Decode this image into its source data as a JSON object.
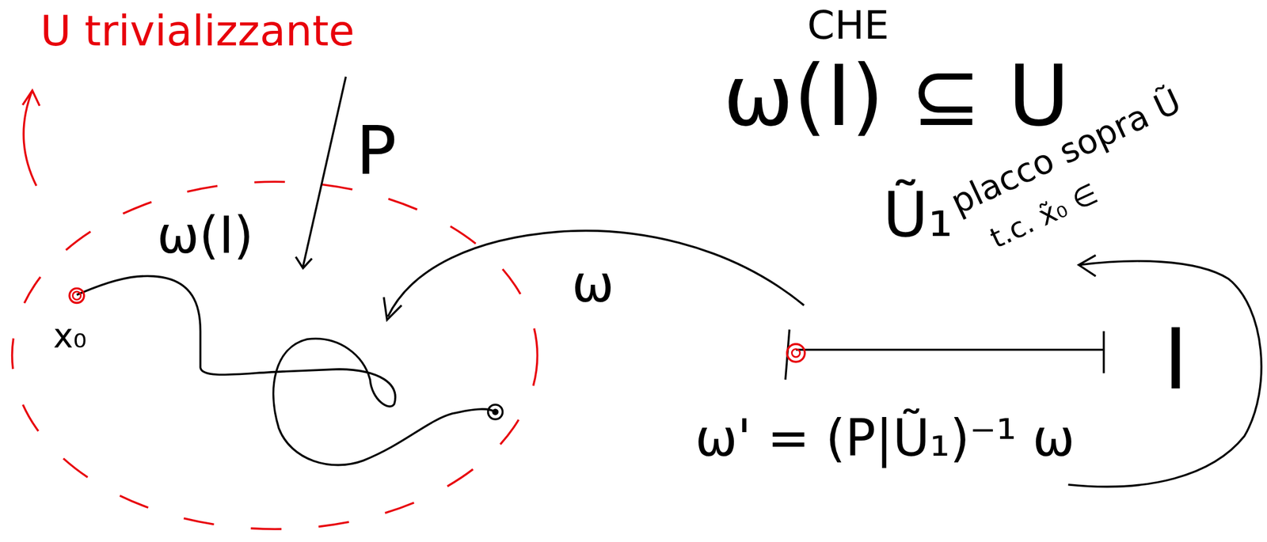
{
  "diagram": {
    "labels": [
      "U trivializzante",
      "P",
      "ω(I)",
      "x₀",
      "ω",
      "CHE",
      "ω(I) ⊆ U",
      "Ũ₁",
      "placco sopra Ũ",
      "t.c. x̃₀ ∈",
      "ω' = (P|Ũ₁)⁻¹ ω",
      "I"
    ]
  }
}
